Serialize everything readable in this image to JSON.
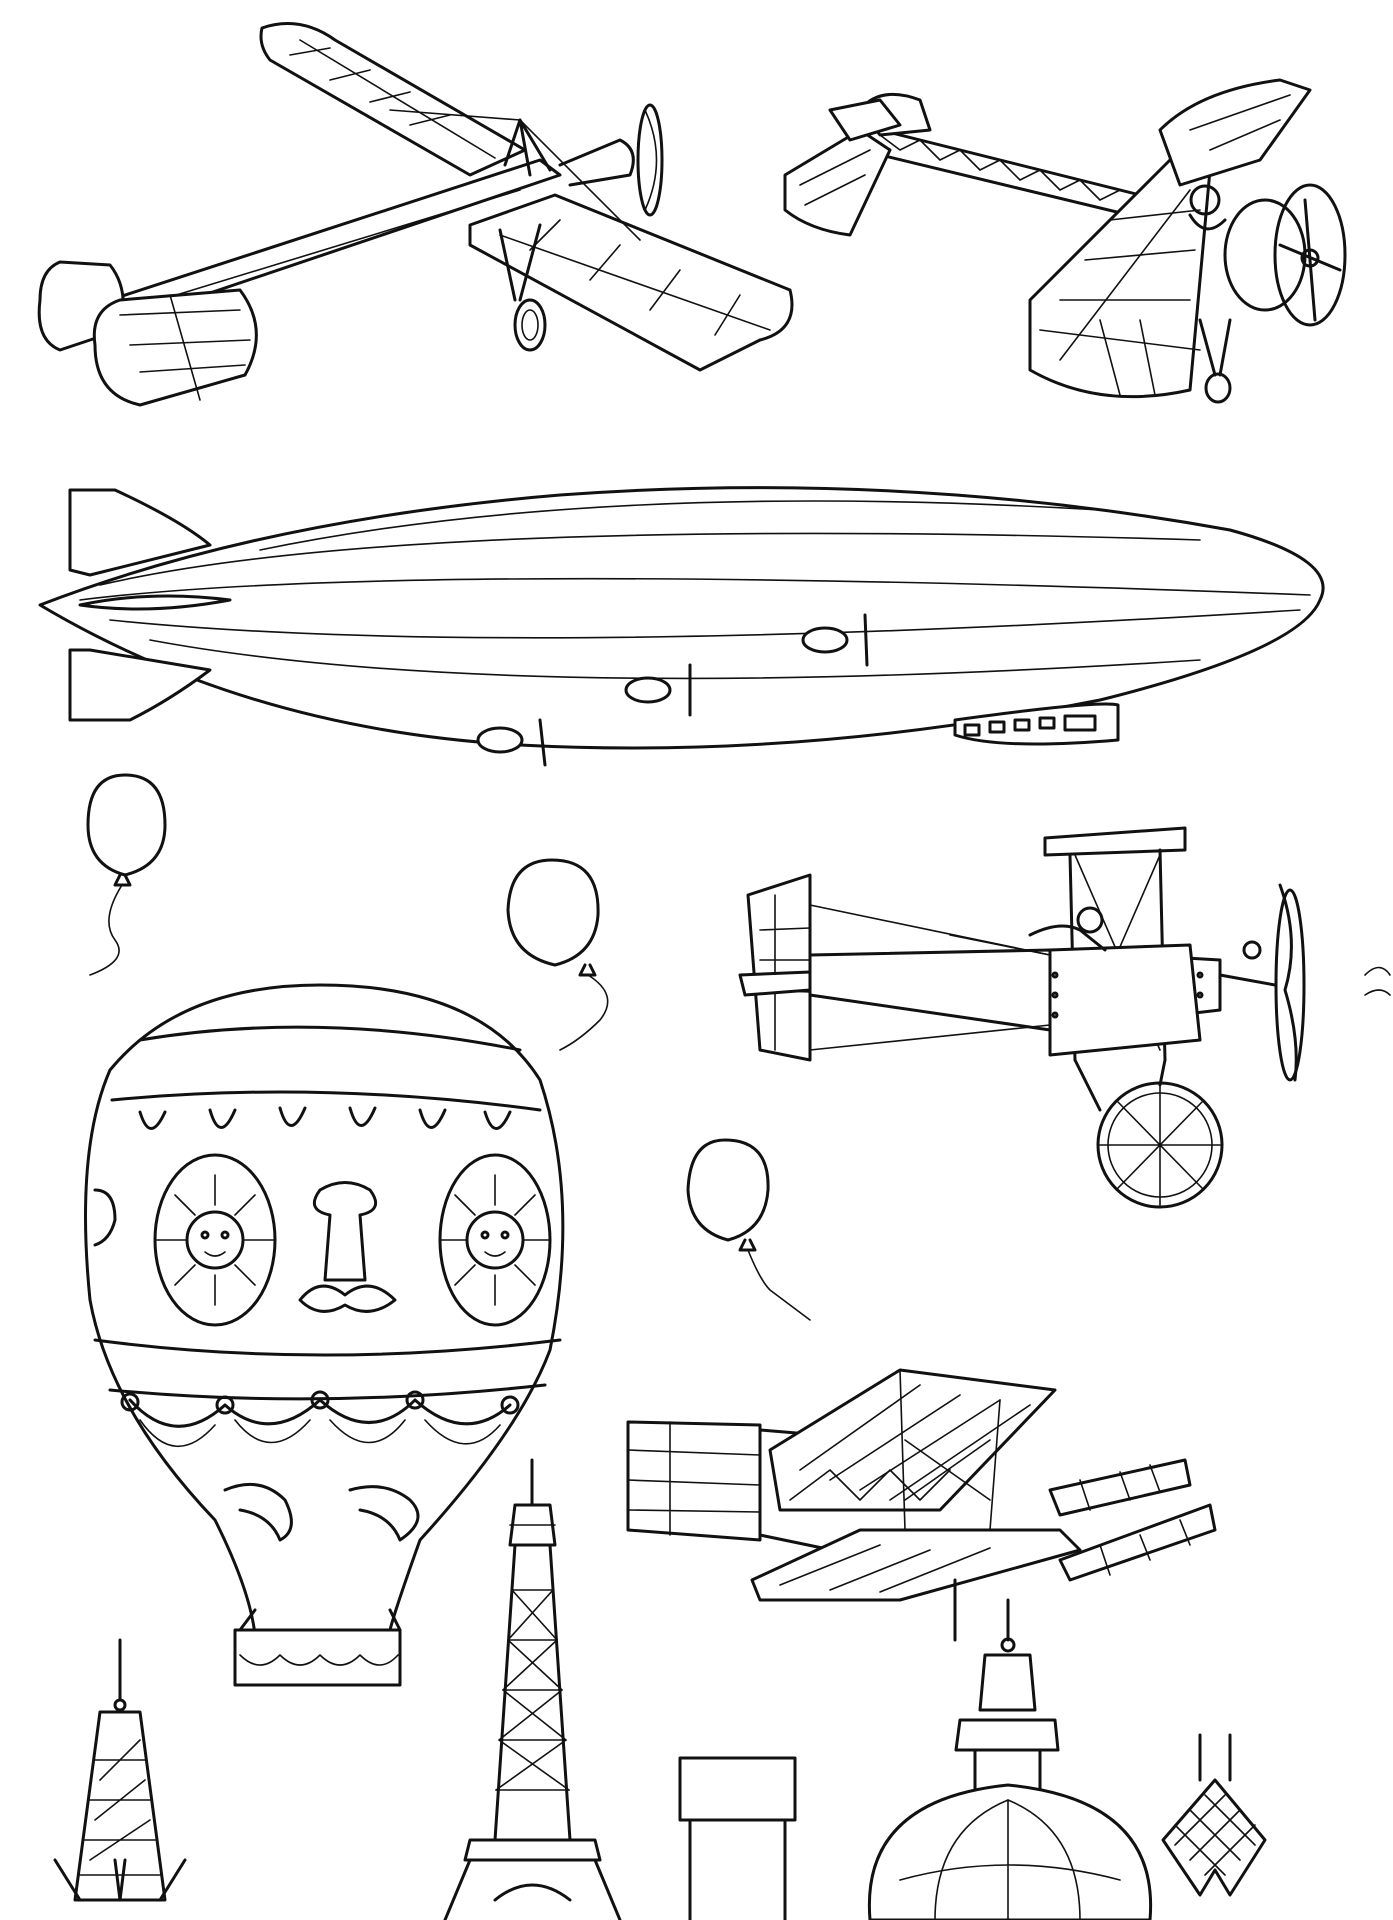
{
  "illustration": {
    "background": "#ffffff",
    "ink": "#111111",
    "subjects": [
      "monoplane-top-left",
      "monoplane-top-right",
      "zeppelin-airship",
      "balloon-left",
      "balloon-middle",
      "balloon-lower",
      "biplane-right",
      "hot-air-balloon",
      "biplane-lower",
      "spire-left",
      "eiffel-tower",
      "chimney-tower",
      "domed-building",
      "lattice-spire-right"
    ]
  }
}
